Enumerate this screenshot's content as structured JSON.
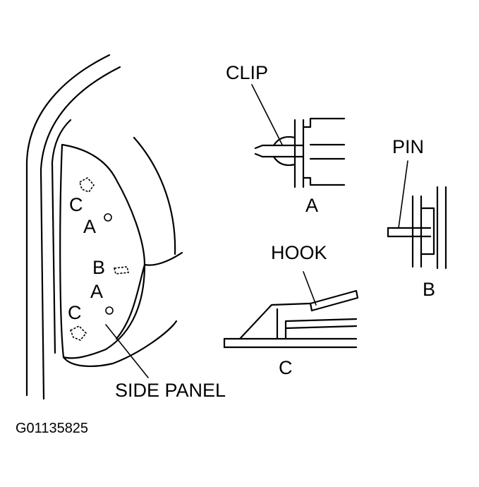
{
  "labels": {
    "clip": "CLIP",
    "pin": "PIN",
    "hook": "HOOK",
    "side_panel": "SIDE PANEL",
    "detail_a": "A",
    "detail_b": "B",
    "detail_c": "C",
    "panel_c_top": "C",
    "panel_a_top": "A",
    "panel_b": "B",
    "panel_a_bottom": "A",
    "panel_c_bottom": "C"
  },
  "figure_code": "G01135825"
}
